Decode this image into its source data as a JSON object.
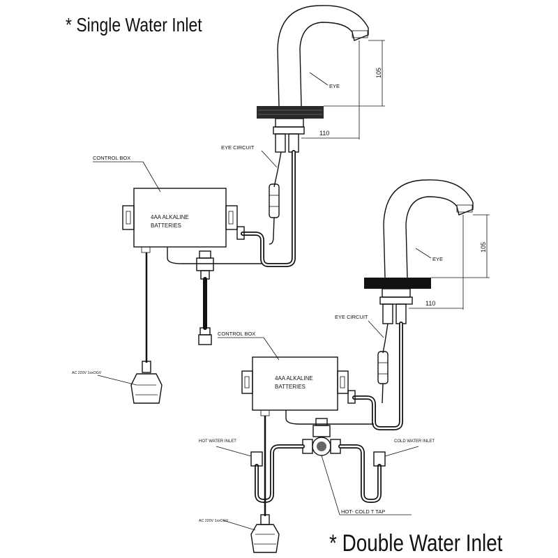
{
  "titles": {
    "single": "* Single Water Inlet",
    "double": "* Double Water Inlet"
  },
  "single": {
    "eye_label": "EYE",
    "eye_circuit_label": "EYE CIRCUIT",
    "control_box_label": "CONTROL BOX",
    "battery_line1": "4AA ALKALINE",
    "battery_line2": "BATTERIES",
    "power_label": "AC 220V 1xxOGV",
    "dim_height": "105",
    "dim_reach": "110"
  },
  "double": {
    "eye_label": "EYE",
    "eye_circuit_label": "EYE CIRCUIT",
    "control_box_label": "CONTROL BOX",
    "battery_line1": "4AA ALKALINE",
    "battery_line2": "BATTERIES",
    "hot_inlet_label": "HOT WATER INLET",
    "cold_inlet_label": "COLD WATER INLET",
    "t_tap_label": "HOT- COLD T TAP",
    "power_label": "AC 220V 1xxOGV",
    "dim_height": "105",
    "dim_reach": "110"
  }
}
